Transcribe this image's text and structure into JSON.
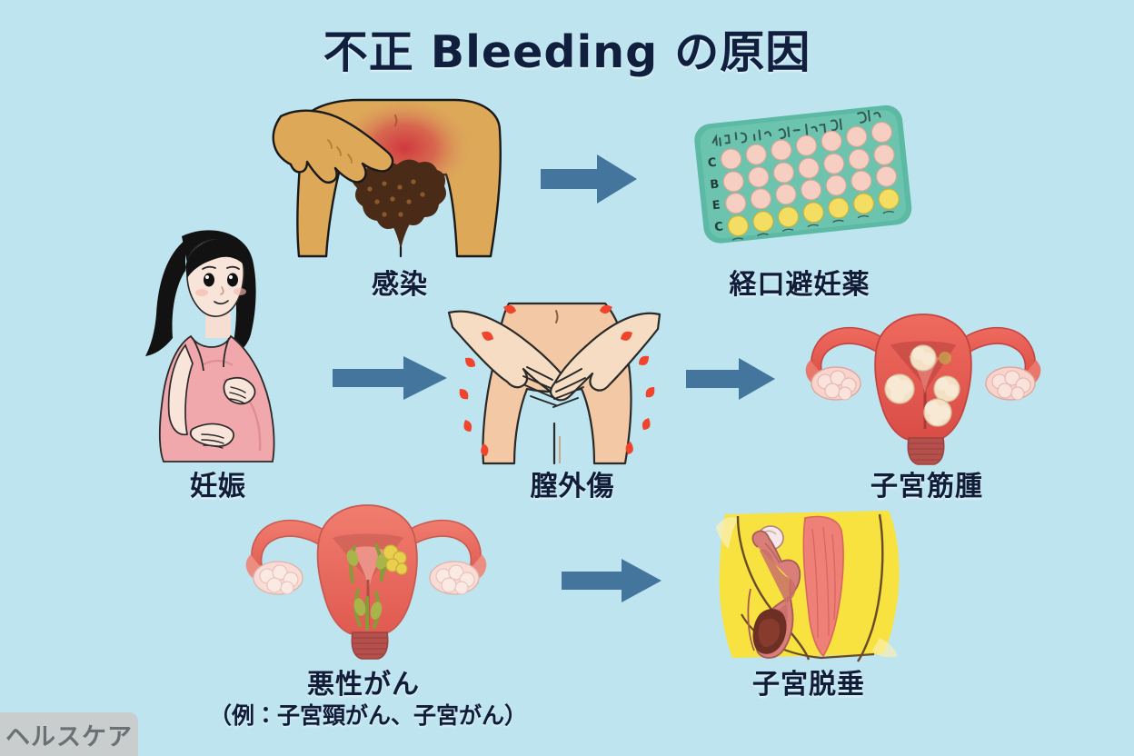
{
  "page": {
    "title": "不正 Bleeding の原因",
    "background_color": "#bee4f0",
    "title_color": "#111f3f",
    "label_color": "#101c38",
    "arrow_color": "#44759d"
  },
  "labels": {
    "infection": "感染",
    "oral_contraceptives": "経口避妊薬",
    "pregnancy": "妊娠",
    "vaginal_trauma": "膣外傷",
    "uterine_fibroid": "子宮筋腫",
    "malignant_cancer": "悪性がん",
    "malignant_cancer_sub": "（例：子宮頸がん、子宮がん）",
    "uterine_prolapse": "子宮脱垂"
  },
  "figures": {
    "infection": "infected-pelvis-illustration",
    "pill_pack": "contraceptive-pill-pack-illustration",
    "pregnant_woman": "pregnant-woman-illustration",
    "trauma": "pelvis-pain-hands-illustration",
    "fibroid": "uterus-with-fibroids-illustration",
    "cancer": "uterus-with-cancer-illustration",
    "prolapse": "pelvic-sagittal-prolapse-illustration"
  },
  "arrows": {
    "infection_to_pill": "arrow-right",
    "pregnancy_to_trauma": "arrow-right",
    "trauma_to_fibroid": "arrow-right",
    "cancer_to_prolapse": "arrow-right"
  },
  "watermark": {
    "text": "ヘルスケア"
  }
}
